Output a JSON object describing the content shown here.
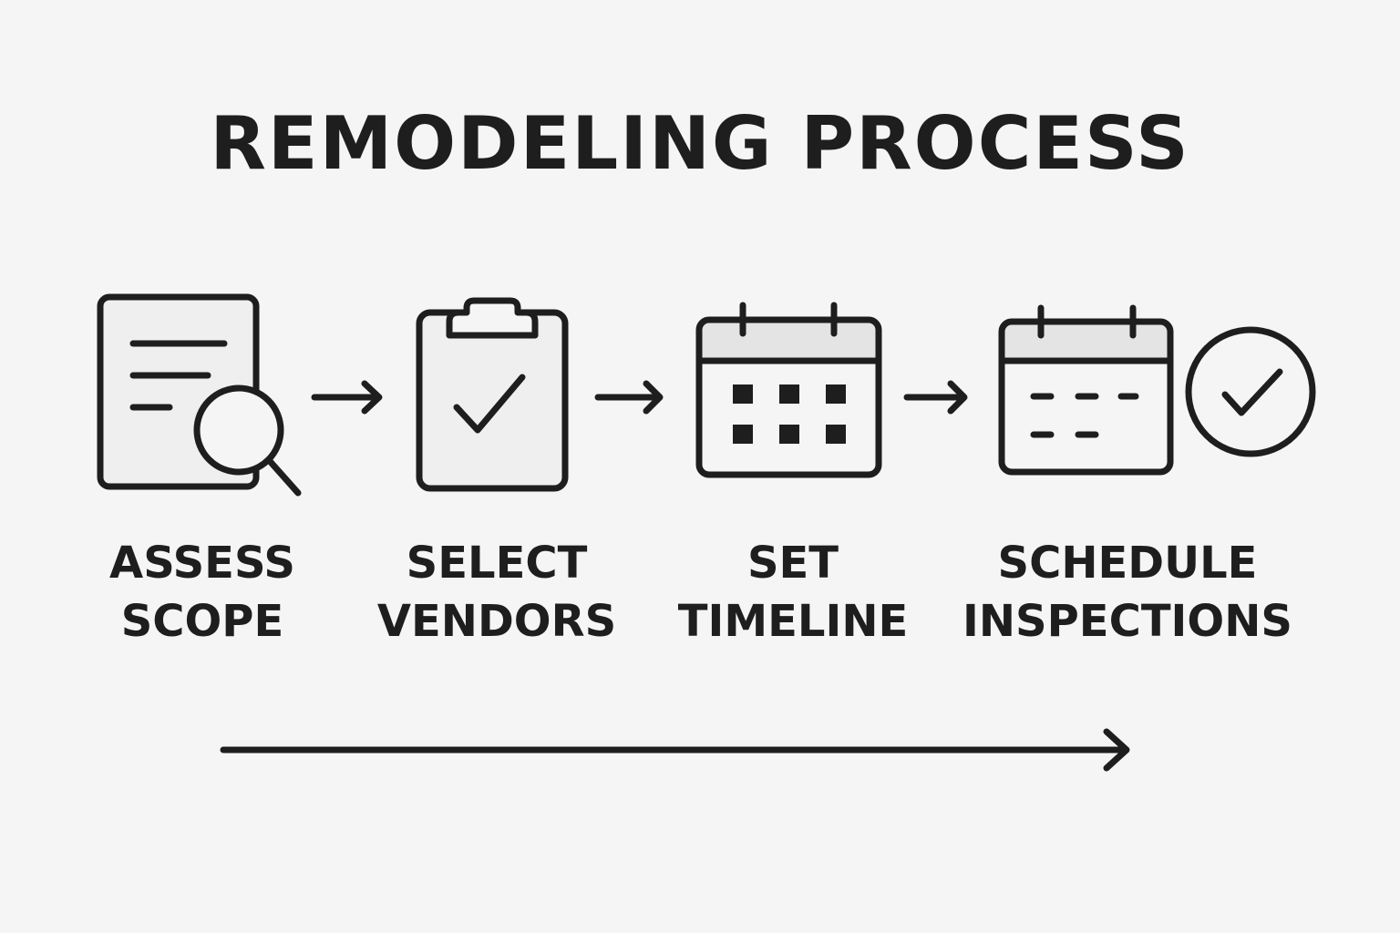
{
  "title": "REMODELING PROCESS",
  "steps": [
    {
      "line1": "ASSESS",
      "line2": "SCOPE",
      "icon": "document-search-icon"
    },
    {
      "line1": "SELECT",
      "line2": "VENDORS",
      "icon": "clipboard-check-icon"
    },
    {
      "line1": "SET",
      "line2": "TIMELINE",
      "icon": "calendar-grid-icon"
    },
    {
      "line1": "SCHEDULE",
      "line2": "INSPECTIONS",
      "icon": "calendar-check-icon"
    }
  ],
  "colors": {
    "background": "#f5f5f5",
    "stroke": "#1e1e1e",
    "icon_fill": "#efefef",
    "icon_header": "#e4e4e4"
  }
}
